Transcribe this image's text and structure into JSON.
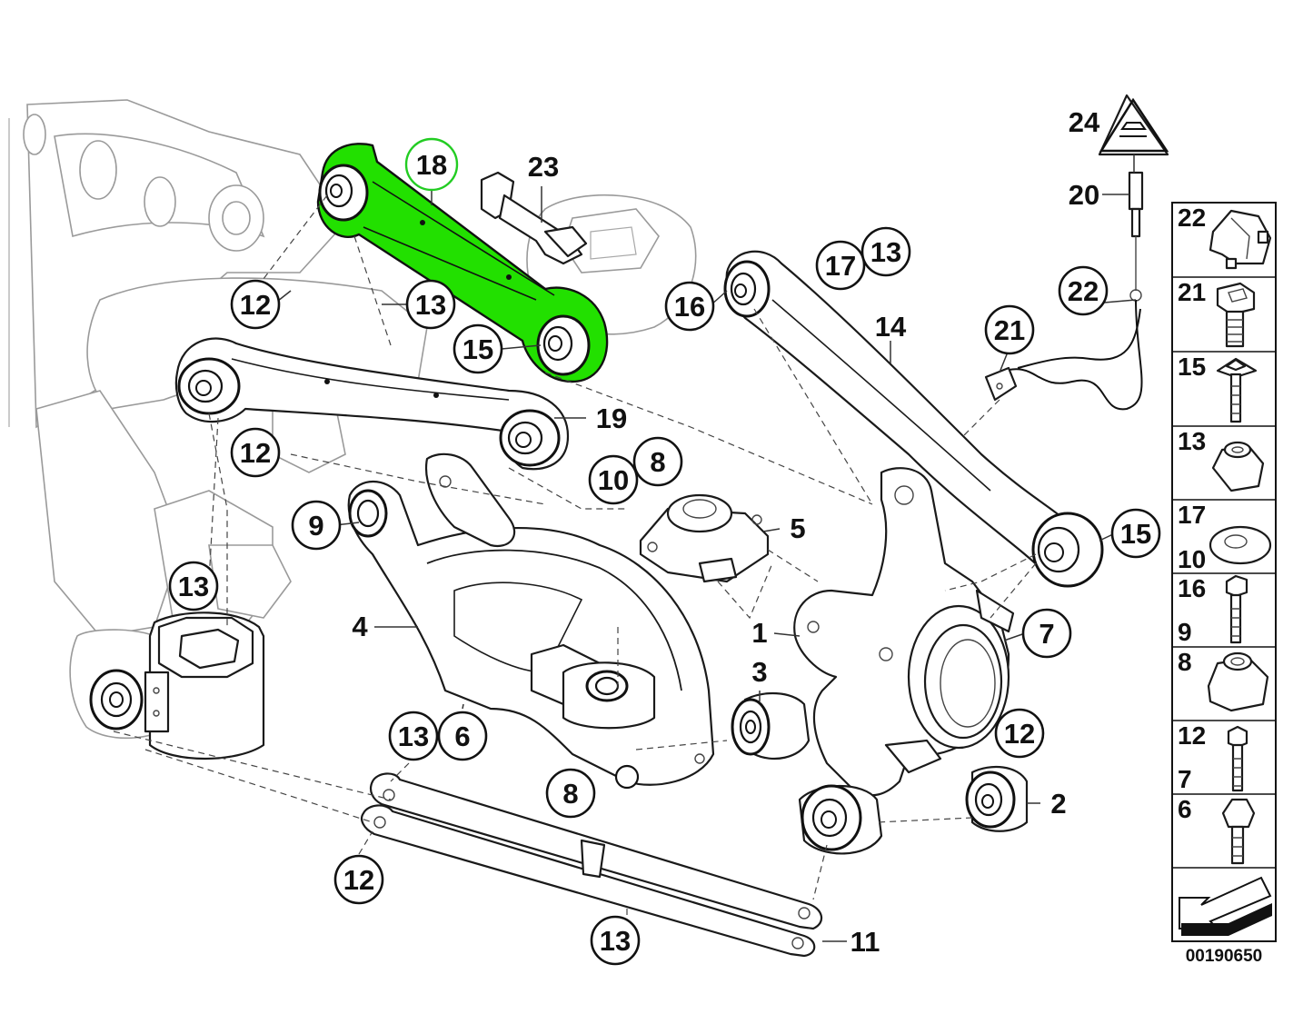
{
  "highlight_color": "#22e000",
  "selected_callout_color": "#22cc22",
  "callouts": {
    "c18": "18",
    "c23": "23",
    "c24": "24",
    "c20": "20",
    "c22_top": "22",
    "c21": "21",
    "c17": "17",
    "c13_top": "13",
    "c16": "16",
    "c14": "14",
    "c12_a": "12",
    "c13_a": "13",
    "c15_a": "15",
    "c19": "19",
    "c12_b": "12",
    "c10": "10",
    "c8_a": "8",
    "c9": "9",
    "c5": "5",
    "c13_b": "13",
    "c15_b": "15",
    "c4": "4",
    "c1": "1",
    "c7": "7",
    "c3": "3",
    "c13_c": "13",
    "c6": "6",
    "c12_c": "12",
    "c8_b": "8",
    "c2": "2",
    "c12_d": "12",
    "c13_d": "13",
    "c11": "11"
  },
  "side_panel": {
    "rows": [
      {
        "labels": [
          "22"
        ],
        "icon": "bracket-icon"
      },
      {
        "labels": [
          "21"
        ],
        "icon": "socket-bolt-icon"
      },
      {
        "labels": [
          "15"
        ],
        "icon": "flange-bolt-icon"
      },
      {
        "labels": [
          "13"
        ],
        "icon": "collar-nut-icon"
      },
      {
        "labels": [
          "17",
          "10"
        ],
        "icon": "eccentric-washer-icon"
      },
      {
        "labels": [
          "16",
          "9"
        ],
        "icon": "hex-bolt-icon"
      },
      {
        "labels": [
          "8"
        ],
        "icon": "hex-nut-icon"
      },
      {
        "labels": [
          "12",
          "7"
        ],
        "icon": "long-bolt-icon"
      },
      {
        "labels": [
          "6"
        ],
        "icon": "torx-bolt-icon"
      },
      {
        "labels": [],
        "icon": "direction-arrow-icon"
      }
    ]
  },
  "reference_number": "00190650"
}
